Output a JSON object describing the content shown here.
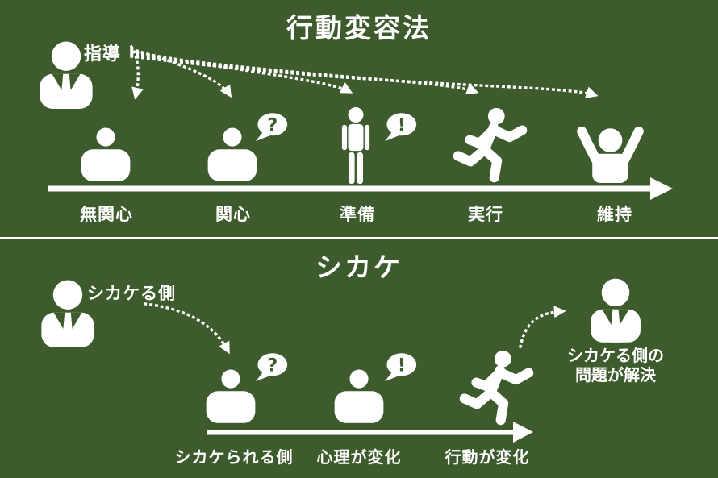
{
  "colors": {
    "background": "#3d5b2c",
    "foreground": "#ffffff"
  },
  "top_section": {
    "title": "行動変容法",
    "actor": {
      "label": "指導",
      "icon": "business-person-icon"
    },
    "stages": [
      {
        "label": "無関心",
        "icon": "person-bust-icon"
      },
      {
        "label": "関心",
        "icon": "person-bust-icon",
        "bubble": "?"
      },
      {
        "label": "準備",
        "icon": "standing-person-icon",
        "bubble": "!"
      },
      {
        "label": "実行",
        "icon": "running-person-icon"
      },
      {
        "label": "維持",
        "icon": "cheering-person-icon"
      }
    ]
  },
  "bottom_section": {
    "title": "シカケ",
    "actor": {
      "label": "シカケる側",
      "icon": "business-person-icon"
    },
    "stages": [
      {
        "label": "シカケられる側",
        "icon": "person-bust-icon",
        "bubble": "?"
      },
      {
        "label": "心理が変化",
        "icon": "person-bust-icon",
        "bubble": "!"
      },
      {
        "label": "行動が変化",
        "icon": "running-person-icon"
      }
    ],
    "result": {
      "label_line1": "シカケる側の",
      "label_line2": "問題が解決",
      "icon": "business-person-icon"
    }
  }
}
